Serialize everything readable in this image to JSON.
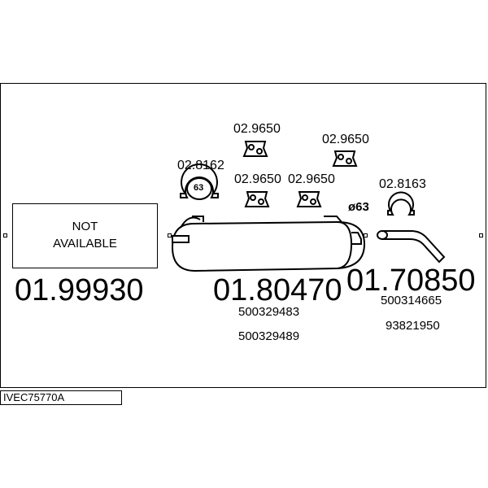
{
  "catalog_code": "IVEC75770A",
  "parts": {
    "part1": {
      "label": "01.99930",
      "note_line1": "NOT",
      "note_line2": "AVAILABLE"
    },
    "part2": {
      "label": "01.80470",
      "oem1": "500329483",
      "oem2": "500329489"
    },
    "part3": {
      "label": "01.70850",
      "oem1": "500314665",
      "oem2": "93821950"
    }
  },
  "fittings": {
    "clamp_left": {
      "code": "02.8162",
      "size": "63"
    },
    "rubber_top_left": "02.9650",
    "rubber_top_right": "02.9650",
    "rubber_mid_left": "02.9650",
    "rubber_mid_right": "02.9650",
    "clamp_right": "02.8163",
    "diameter": "ø63"
  }
}
